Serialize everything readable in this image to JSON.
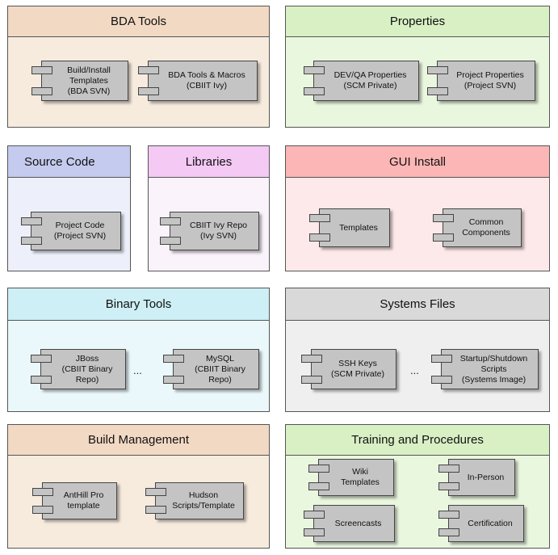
{
  "colors": {
    "peach_header": "#f2d9c4",
    "peach_body": "#f7ebde",
    "green_header": "#d8f0c4",
    "green_body": "#eaf7df",
    "blue_header": "#c5cbee",
    "blue_body": "#edf0fa",
    "pink_header": "#f4c9f4",
    "pink_body": "#fbf3fb",
    "red_header": "#fcb6b6",
    "red_body": "#fde9e9",
    "cyan_header": "#cdeff5",
    "cyan_body": "#eaf8fb",
    "gray_header": "#d9d9d9",
    "gray_body": "#efefef",
    "component_fill": "#c4c4c4"
  },
  "panels": {
    "bda_tools": {
      "title": "BDA Tools",
      "components": [
        "Build/Install\nTemplates\n(BDA SVN)",
        "BDA Tools & Macros\n(CBIIT Ivy)"
      ]
    },
    "properties": {
      "title": "Properties",
      "components": [
        "DEV/QA Properties\n(SCM Private)",
        "Project Properties\n(Project SVN)"
      ]
    },
    "source_code": {
      "title": "Source Code",
      "components": [
        "Project Code\n(Project SVN)"
      ]
    },
    "libraries": {
      "title": "Libraries",
      "components": [
        "CBIIT Ivy Repo\n(Ivy SVN)"
      ]
    },
    "gui_install": {
      "title": "GUI Install",
      "components": [
        "Templates",
        "Common\nComponents"
      ]
    },
    "binary_tools": {
      "title": "Binary Tools",
      "components": [
        "JBoss\n(CBIIT Binary\nRepo)",
        "MySQL\n(CBIIT Binary\nRepo)"
      ],
      "ellipsis": "..."
    },
    "systems_files": {
      "title": "Systems Files",
      "components": [
        "SSH Keys\n(SCM Private)",
        "Startup/Shutdown\nScripts\n(Systems Image)"
      ],
      "ellipsis": "..."
    },
    "build_management": {
      "title": "Build Management",
      "components": [
        "AntHill Pro\ntemplate",
        "Hudson\nScripts/Template"
      ]
    },
    "training": {
      "title": "Training and Procedures",
      "components": [
        "Wiki\nTemplates",
        "In-Person",
        "Screencasts",
        "Certification"
      ]
    }
  }
}
